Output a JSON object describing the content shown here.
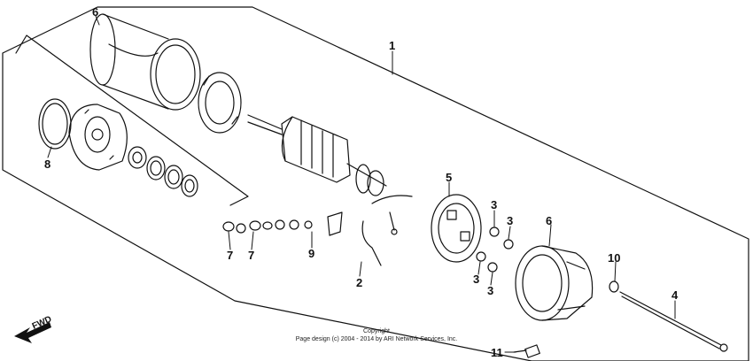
{
  "callouts": {
    "c1": "1",
    "c2": "2",
    "c3a": "3",
    "c3b": "3",
    "c3c": "3",
    "c3d": "3",
    "c4": "4",
    "c5": "5",
    "c6a": "6",
    "c6b": "6",
    "c7a": "7",
    "c7b": "7",
    "c8": "8",
    "c9": "9",
    "c10": "10",
    "c11": "11"
  },
  "direction": "FWD",
  "copyright": {
    "line1": "Copyright",
    "line2": "Page design (c) 2004 - 2014 by ARI Network Services, Inc."
  }
}
